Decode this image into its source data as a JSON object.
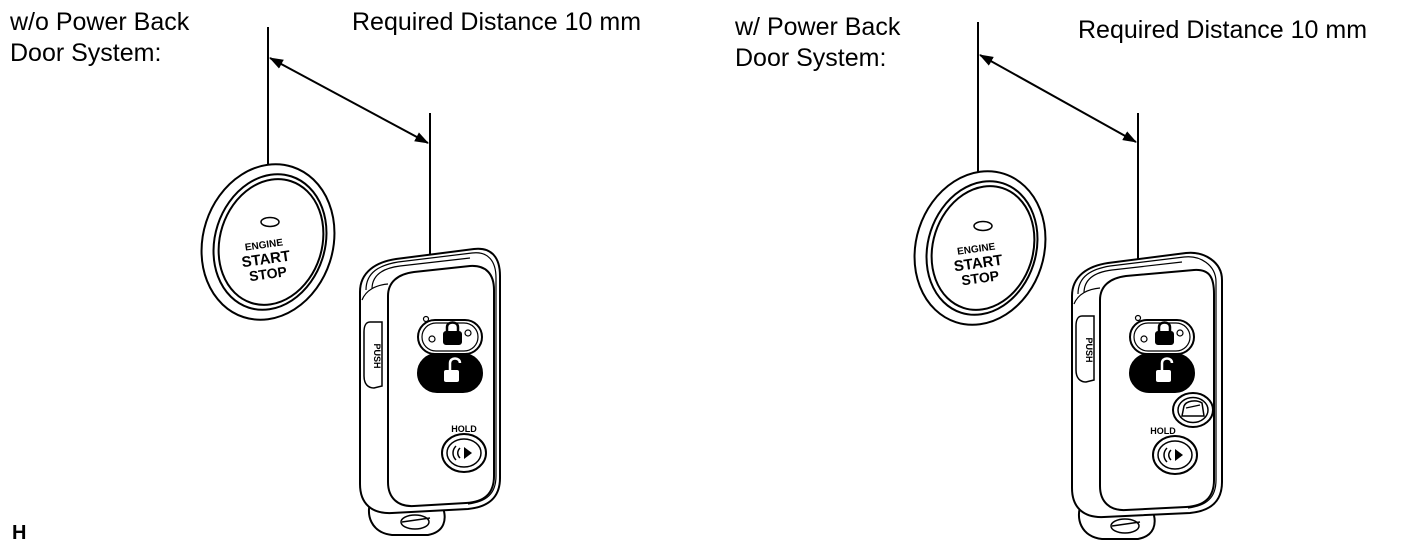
{
  "left_panel": {
    "variant_label": "w/o Power Back\nDoor System:",
    "distance_label": "Required Distance 10 mm",
    "button_text": {
      "line1": "ENGINE",
      "line2": "START",
      "line3": "STOP"
    },
    "side_button_text": "PUSH",
    "hold_label": "HOLD"
  },
  "right_panel": {
    "variant_label": "w/ Power Back\nDoor System:",
    "distance_label": "Required Distance 10 mm",
    "button_text": {
      "line1": "ENGINE",
      "line2": "START",
      "line3": "STOP"
    },
    "side_button_text": "PUSH",
    "hold_label": "HOLD"
  },
  "corner_mark": "H",
  "icons": [
    "start-stop-button-icon",
    "smart-key-fob-icon",
    "lock-icon",
    "unlock-icon",
    "panic-icon",
    "power-back-door-icon",
    "dimension-arrow-icon"
  ]
}
